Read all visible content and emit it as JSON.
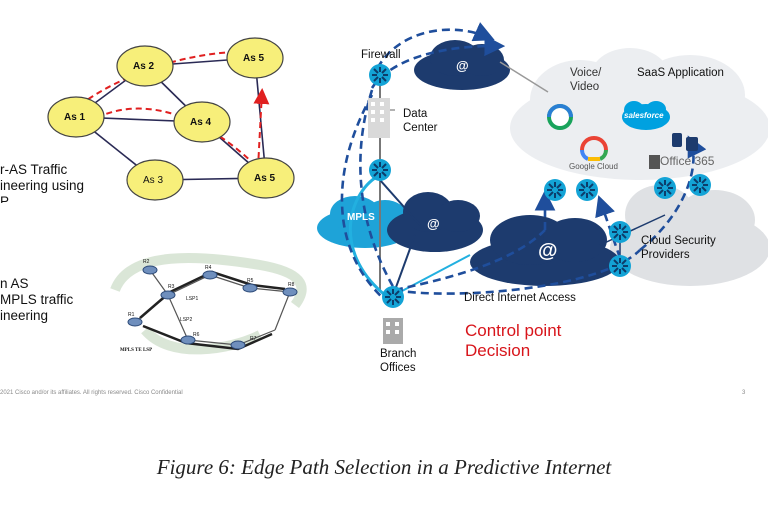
{
  "as_nodes": [
    "As 1",
    "As 2",
    "As 5",
    "As 4",
    "As 3",
    "As 5"
  ],
  "left_text": {
    "inter_as_1": "r-AS Traffic",
    "inter_as_2": "ineering using",
    "inter_as_3": "P",
    "intra_as_1": "n AS",
    "intra_as_2": "MPLS traffic",
    "intra_as_3": "ineering"
  },
  "mpls_mini": {
    "routers": [
      "R2",
      "R4",
      "R5",
      "R1",
      "R3",
      "R6",
      "R7",
      "R8"
    ],
    "lsp1": "LSP1",
    "lsp2": "LSP2",
    "caption": "MPLS TE LSP"
  },
  "right": {
    "firewall": "Firewall",
    "data_center_1": "Data",
    "data_center_2": "Center",
    "mpls": "MPLS",
    "at": "@",
    "branch_1": "Branch",
    "branch_2": "Offices",
    "direct_internet": "Direct Internet Access",
    "control_1": "Control point",
    "control_2": "Decision",
    "voice_1": "Voice/",
    "voice_2": "Video",
    "saas": "SaaS Application",
    "salesforce": "salesforce",
    "google_cloud": "Google Cloud",
    "office365": "Office 365",
    "cloud_security_1": "Cloud Security",
    "cloud_security_2": "Providers"
  },
  "footer": "2021 Cisco and/or its affiliates. All rights reserved.   Cisco Confidential",
  "page_number": "3",
  "caption": "Figure 6: Edge Path Selection in a Predictive Internet",
  "colors": {
    "node_fill": "#f7ef7a",
    "red_path": "#e02020",
    "blue_path": "#1f4e9c",
    "navy_cloud": "#1d3b6e",
    "cyan_cloud": "#1ea3d8",
    "grey_cloud": "#e8e9eb"
  }
}
